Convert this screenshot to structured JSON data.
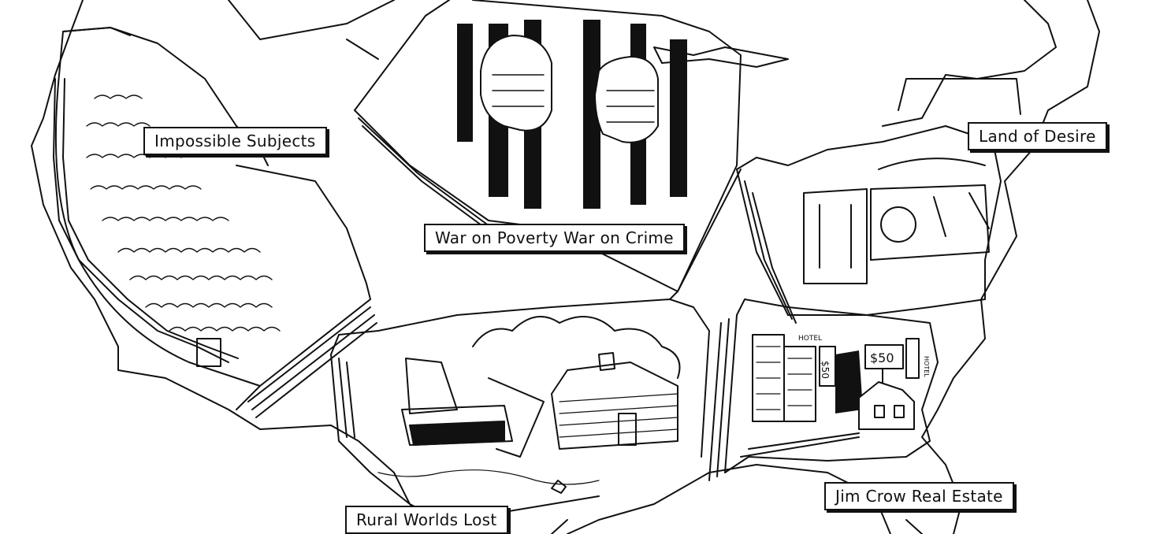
{
  "labels": {
    "impossible_subjects": "Impossible Subjects",
    "war_on_poverty": "War on Poverty War on Crime",
    "land_of_desire": "Land of Desire",
    "rural_worlds_lost": "Rural Worlds Lost",
    "jim_crow_real_estate": "Jim Crow Real Estate"
  },
  "signs": {
    "price_left": "$50",
    "price_right": "$50",
    "hotel_left": "HOTEL",
    "hotel_right": "HOTEL"
  },
  "colors": {
    "ink": "#111111",
    "paper": "#ffffff"
  }
}
